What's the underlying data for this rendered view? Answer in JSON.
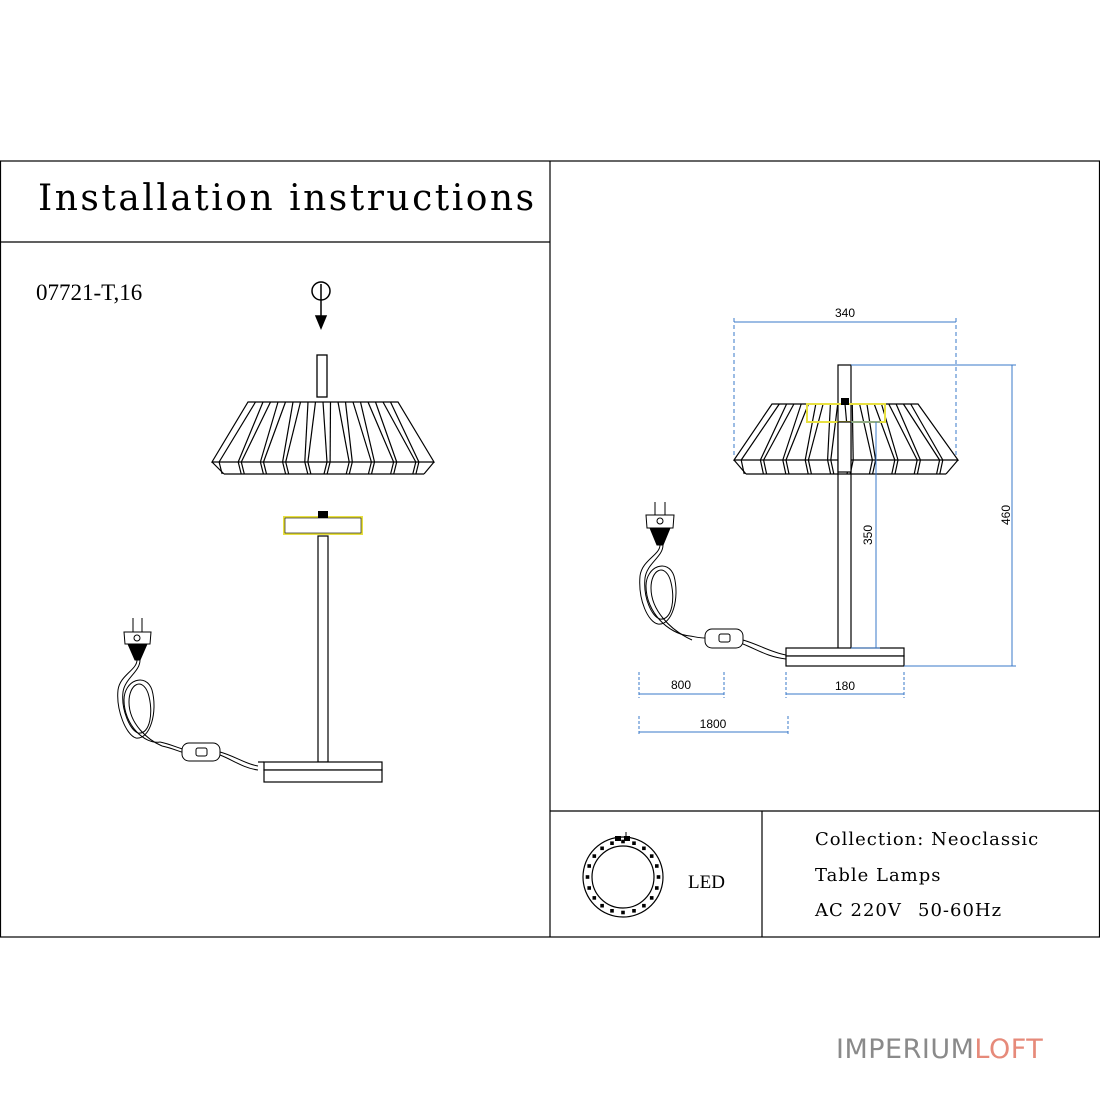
{
  "header": {
    "title": "Installation instructions"
  },
  "product": {
    "model": "07721-T,16"
  },
  "dimensions": {
    "shade_width": "340",
    "total_height": "460",
    "shade_bottom_height": "350",
    "base_width": "180",
    "cord_to_switch": "800",
    "cord_total": "1800"
  },
  "light_source": {
    "label": "LED"
  },
  "specs": {
    "collection": "Collection: Neoclassic",
    "category": "Table Lamps",
    "voltage": "AC 220V",
    "frequency": "50-60Hz"
  },
  "watermark": {
    "part1": "IMPERIUM",
    "part2": "LOFT"
  },
  "colors": {
    "line": "#000000",
    "dimension": "#3a78c8",
    "led_highlight": "#e8e040",
    "watermark_gray": "#8a8a8a",
    "watermark_accent": "#e68a7a"
  }
}
